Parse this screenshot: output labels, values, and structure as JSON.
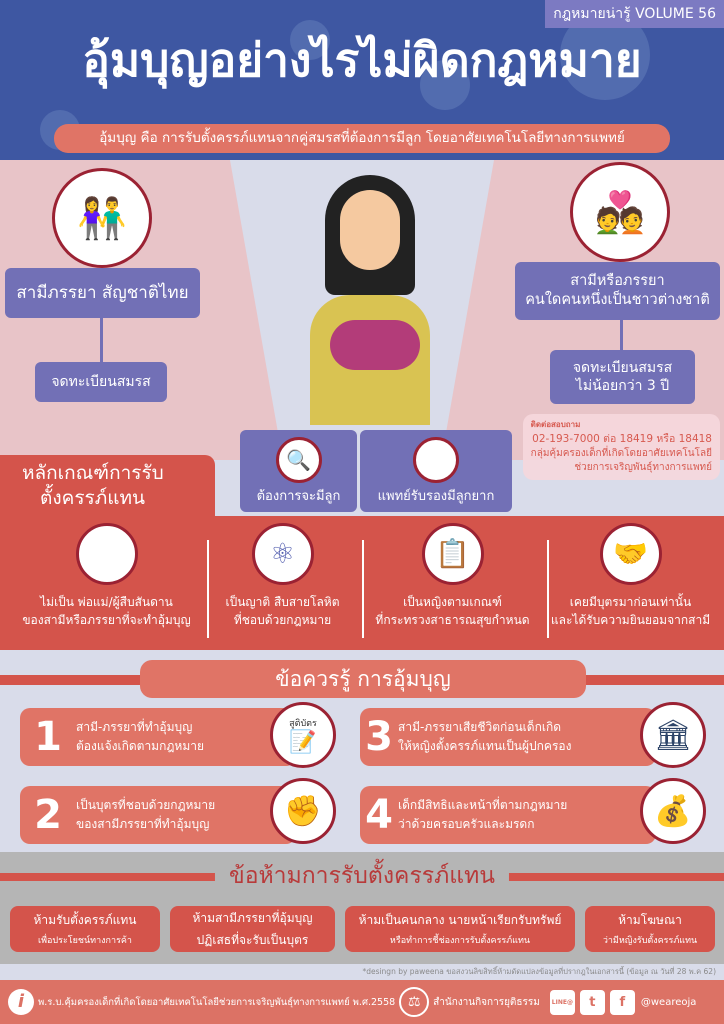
{
  "header": {
    "volume": "กฎหมายน่ารู้ VOLUME 56",
    "title": "อุ้มบุญอย่างไรไม่ผิดกฎหมาย",
    "subtitle": "อุ้มบุญ คือ การรับตั้งครรภ์แทนจากคู่สมรสที่ต้องการมีลูก โดยอาศัยเทคโนโลยีทางการแพทย์"
  },
  "left": {
    "label": "สามีภรรยา สัญชาติไทย",
    "sub": "จดทะเบียนสมรส"
  },
  "right": {
    "label1": "สามีหรือภรรยา",
    "label2": "คนใดคนหนึ่งเป็นชาวต่างชาติ",
    "sub1": "จดทะเบียนสมรส",
    "sub2": "ไม่น้อยกว่า 3 ปี"
  },
  "center": {
    "want": "ต้องการจะมีลูก",
    "doctor": "แพทย์รับรองมีลูกยาก"
  },
  "contact": {
    "title": "ติดต่อสอบถาม",
    "phone": "02-193-7000 ต่อ 18419 หรือ 18418",
    "org1": "กลุ่มคุ้มครองเด็กที่เกิดโดยอาศัยเทคโนโลยี",
    "org2": "ช่วยการเจริญพันธุ์ทางการแพทย์"
  },
  "criteria": {
    "title1": "หลักเกณฑ์การรับ",
    "title2": "ตั้งครรภ์แทน",
    "items": [
      {
        "l1": "ไม่เป็น พ่อแม่/ผู้สืบสันดาน",
        "l2": "ของสามีหรือภรรยาที่จะทำอุ้มบุญ"
      },
      {
        "l1": "เป็นญาติ สืบสายโลหิต",
        "l2": "ที่ชอบด้วยกฎหมาย"
      },
      {
        "l1": "เป็นหญิงตามเกณฑ์",
        "l2": "ที่กระทรวงสาธารณสุขกำหนด"
      },
      {
        "l1": "เคยมีบุตรมาก่อนเท่านั้น",
        "l2": "และได้รับความยินยอมจากสามี"
      }
    ]
  },
  "knowledge": {
    "title": "ข้อควรรู้ การอุ้มบุญ",
    "cert_label": "สูติบัตร",
    "items": [
      {
        "n": "1",
        "l1": "สามี-ภรรยาที่ทำอุ้มบุญ",
        "l2": "ต้องแจ้งเกิดตามกฎหมาย"
      },
      {
        "n": "2",
        "l1": "เป็นบุตรที่ชอบด้วยกฎหมาย",
        "l2": "ของสามีภรรยาที่ทำอุ้มบุญ"
      },
      {
        "n": "3",
        "l1": "สามี-ภรรยาเสียชีวิตก่อนเด็กเกิด",
        "l2": "ให้หญิงตั้งครรภ์แทนเป็นผู้ปกครอง"
      },
      {
        "n": "4",
        "l1": "เด็กมีสิทธิและหน้าที่ตามกฎหมาย",
        "l2": "ว่าด้วยครอบครัวและมรดก"
      }
    ]
  },
  "bans": {
    "title": "ข้อห้ามการรับตั้งครรภ์แทน",
    "items": [
      {
        "a": "ห้ามรับตั้งครรภ์แทน",
        "b": "เพื่อประโยชน์ทางการค้า"
      },
      {
        "a": "ห้ามสามีภรรยาที่อุ้มบุญ",
        "b": "ปฏิเสธที่จะรับเป็นบุตร"
      },
      {
        "a": "ห้ามเป็นคนกลาง นายหน้าเรียกรับทรัพย์",
        "b": "หรือทำการชี้ช่องการรับตั้งครรภ์แทน"
      },
      {
        "a": "ห้ามโฆษณา",
        "b": "ว่ามีหญิงรับตั้งครรภ์แทน"
      }
    ]
  },
  "credit": "*desingn by paweena ขอสงวนลิขสิทธิ์ห้ามดัดแปลงข้อมูลที่ปรากฎในเอกสารนี้ (ข้อมูล ณ วันที่ 28 พ.ค 62)",
  "footer": {
    "law": "พ.ร.บ.คุ้มครองเด็กที่เกิดโดยอาศัยเทคโนโลยีช่วยการเจริญพันธุ์ทางการแพทย์ พ.ศ.2558",
    "agency": "สำนักงานกิจการยุติธรรม",
    "line": "LINE@",
    "handle": "@weareoja"
  }
}
